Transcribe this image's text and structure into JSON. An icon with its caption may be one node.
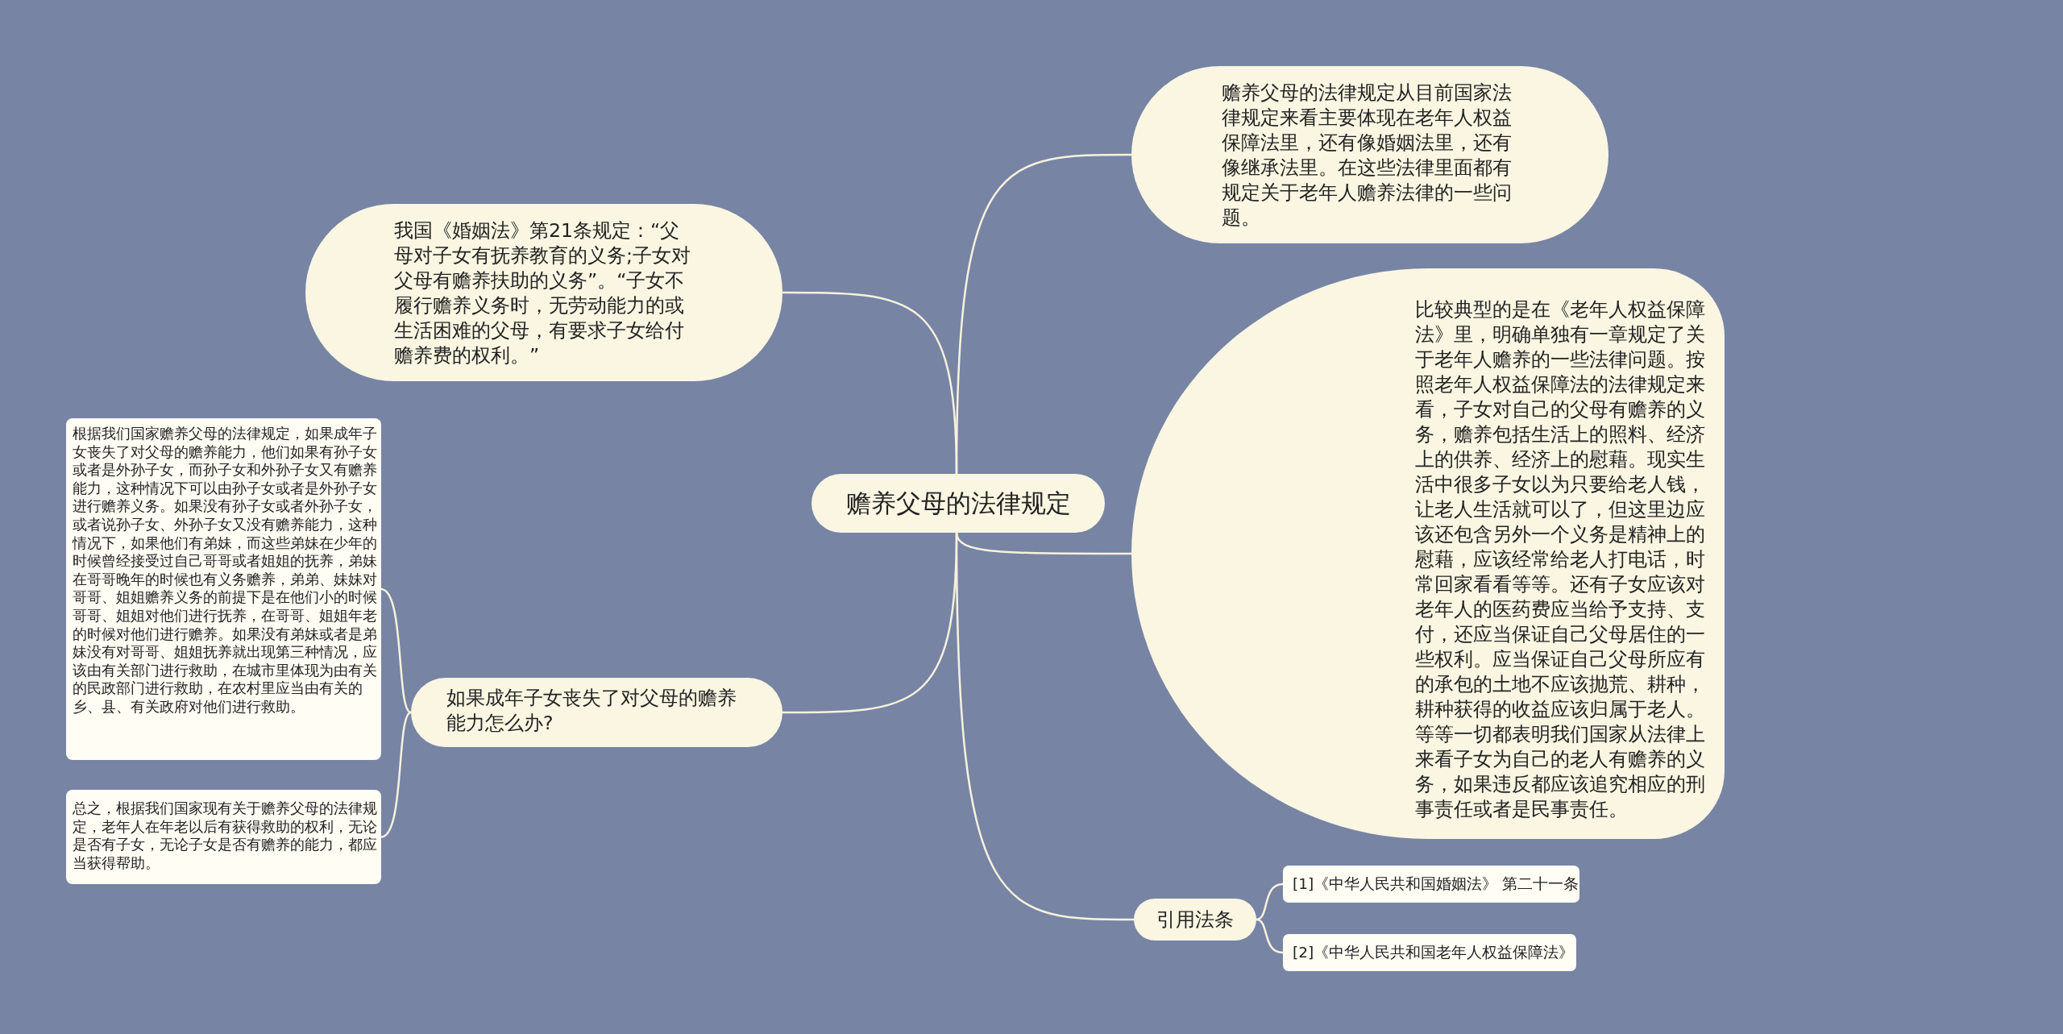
{
  "diagram": {
    "nodes": [
      {
        "text": [
          "赡养父母的法律规定"
        ]
      },
      {
        "text": [
          "赡养父母的法律规定从目前国家法律规定来看主要体现在老年人权益保障法里，还有像婚姻法里，还有像继承法里。在这些法律里面都有规定关于老年人赡养法律的一些问题。"
        ]
      },
      {
        "text": [
          "比较典型的是在《老年人权益保障法》里，明确单独有一章规定了关于老年人赡养的一些法律问题。按照老年人权益保障法的法律规定来看，子女对自己的父母有赡养的义务，赡养包括生活上的照料、经济上的供养、经济上的慰藉。现实生活中很多子女以为只要给老人钱，让老人生活就可以了，但这里边应该还包含另外一个义务是精神上的慰藉，应该经常给老人打电话，时常回家看看等等。还有子女应该对老年人的医药费应当给予支持、支付，还应当保证自己父母居住的一些权利。应当保证自己父母所应有的承包的土地不应该抛荒、耕种，耕种获得的收益应该归属于老人。等等一切都表明我们国家从法律上来看子女为自己的老人有赡养的义务，如果违反都应该追究相应的刑事责任或者是民事责任。"
        ]
      },
      {
        "text": [
          "我国《婚姻法》第21条规定：“父母对子女有抚养教育的义务;子女对父母有赡养扶助的义务”。“子女不履行赡养义务时，无劳动能力的或生活困难的父母，有要求子女给付赡养费的权利。”"
        ]
      },
      {
        "text": [
          "如果成年子女丧失了对父母的赡养能力怎么办?"
        ]
      },
      {
        "text": [
          "根据我们国家赡养父母的法律规定，如果成年子女丧失了对父母的赡养能力，他们如果有孙子女或者是外孙子女，而孙子女和外孙子女又有赡养能力，这种情况下可以由孙子女或者是外孙子女进行赡养义务。如果没有孙子女或者外孙子女，或者说孙子女、外孙子女又没有赡养能力，这种情况下，如果他们有弟妹，而这些弟妹在少年的时候曾经接受过自己哥哥或者姐姐的抚养，弟妹在哥哥晚年的时候也有义务赡养，弟弟、妹妹对哥哥、姐姐赡养义务的前提下是在他们小的时候哥哥、姐姐对他们进行抚养，在哥哥、姐姐年老的时候对他们进行赡养。如果没有弟妹或者是弟妹没有对哥哥、姐姐抚养就出现第三种情况，应该由有关部门进行救助，在城市里体现为由有关的民政部门进行救助，在农村里应当由有关的乡、县、有关政府对他们进行救助。"
        ]
      },
      {
        "text": [
          "总之，根据我们国家现有关于赡养父母的法律规定，老年人在年老以后有获得救助的权利，无论是否有子女，无论子女是否有赡养的能力，都应当获得帮助。"
        ]
      },
      {
        "text": [
          "引用法条"
        ]
      },
      {
        "text": [
          "[1]《中华人民共和国婚姻法》 第二十一条"
        ]
      },
      {
        "text": [
          "[2]《中华人民共和国老年人权益保障法》"
        ]
      }
    ],
    "edges": [
      {
        "from": 0,
        "to": 1,
        "arrow": "none"
      },
      {
        "from": 0,
        "to": 2,
        "arrow": "none"
      },
      {
        "from": 0,
        "to": 3,
        "arrow": "none"
      },
      {
        "from": 0,
        "to": 4,
        "arrow": "none"
      },
      {
        "from": 0,
        "to": 7,
        "arrow": "none"
      },
      {
        "from": 4,
        "to": 5,
        "arrow": "none"
      },
      {
        "from": 4,
        "to": 6,
        "arrow": "none"
      },
      {
        "from": 7,
        "to": 8,
        "arrow": "none"
      },
      {
        "from": 7,
        "to": 9,
        "arrow": "none"
      }
    ]
  }
}
